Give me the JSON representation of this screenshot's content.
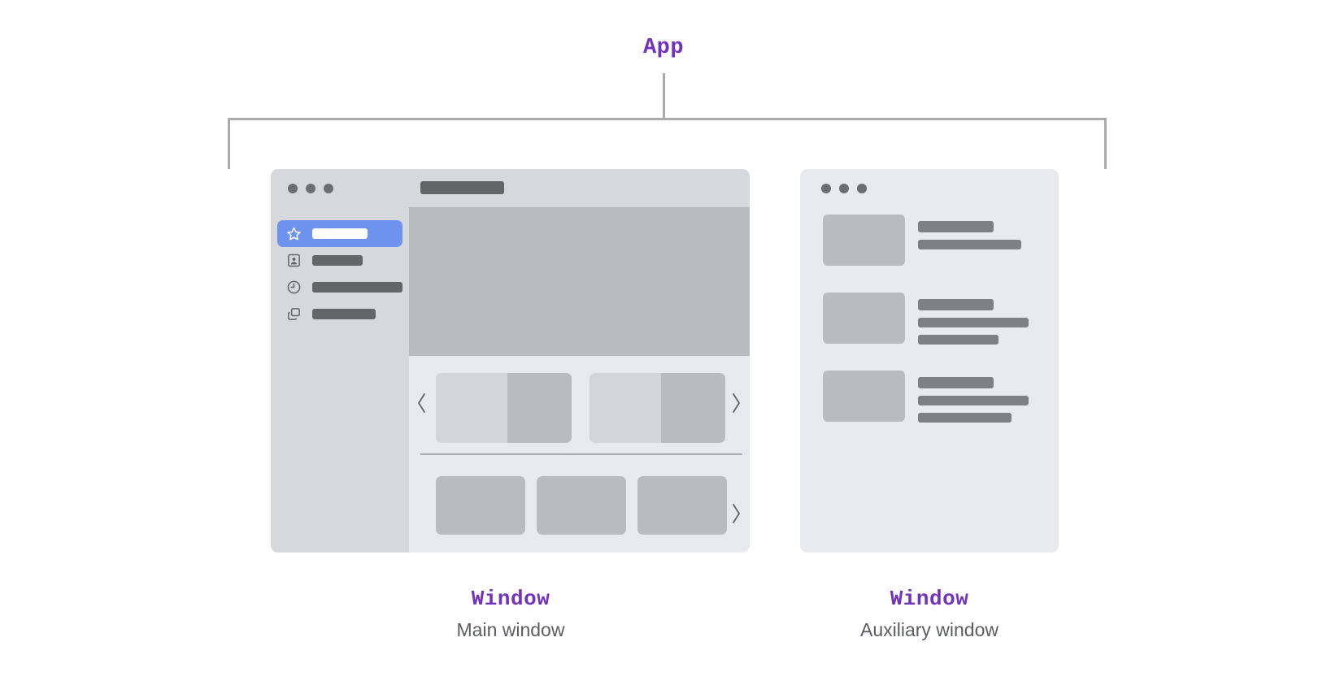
{
  "diagram": {
    "app_label": "App",
    "bracket_color": "#aaabaf",
    "annotation_color": "#7232bb",
    "caption_desc_color": "#5b5d63",
    "background": "#ffffff"
  },
  "main_window": {
    "kind_label": "Window",
    "description": "Main window",
    "chrome": {
      "traffic_lights": [
        "close-dot",
        "minimize-dot",
        "maximize-dot"
      ],
      "dot_color": "#6c6e75"
    },
    "surface_color": "#e9eaef",
    "sidebar": {
      "background": "#d6d8de",
      "active_color": "#6d93ee",
      "items": [
        {
          "icon": "star-icon",
          "label_width": 68,
          "active": true
        },
        {
          "icon": "contact-icon",
          "label_width": 62,
          "active": false
        },
        {
          "icon": "clock-icon",
          "label_width": 112,
          "active": false
        },
        {
          "icon": "copy-icon",
          "label_width": 78,
          "active": false
        }
      ]
    },
    "content": {
      "titlebar_background": "#d6d8de",
      "title_placeholder_width": 103,
      "hero_color": "#b9bbc1",
      "carousel": {
        "prev_icon": "chevron-left-icon",
        "next_icon": "chevron-right-icon",
        "cards": [
          {
            "light_width": 88,
            "dark_width": 79
          },
          {
            "light_width": 88,
            "dark_width": 79
          }
        ]
      },
      "divider_color": "#a9abb1",
      "tile_row": {
        "next_icon": "chevron-right-icon",
        "tiles": [
          {
            "color": "#b9bbc1"
          },
          {
            "color": "#b9bbc1"
          },
          {
            "color": "#b9bbc1"
          }
        ]
      }
    }
  },
  "aux_window": {
    "kind_label": "Window",
    "description": "Auxiliary window",
    "surface_color": "#e9eaef",
    "chrome": {
      "traffic_lights": [
        "close-dot",
        "minimize-dot",
        "maximize-dot"
      ],
      "dot_color": "#6c6e75"
    },
    "list": {
      "thumb_color": "#b9bbc1",
      "text_color": "#7e8086",
      "rows": [
        {
          "title_width": 93,
          "line_widths": [
            127
          ]
        },
        {
          "title_width": 93,
          "line_widths": [
            136,
            99
          ]
        },
        {
          "title_width": 93,
          "line_widths": [
            136,
            115
          ]
        }
      ]
    }
  }
}
